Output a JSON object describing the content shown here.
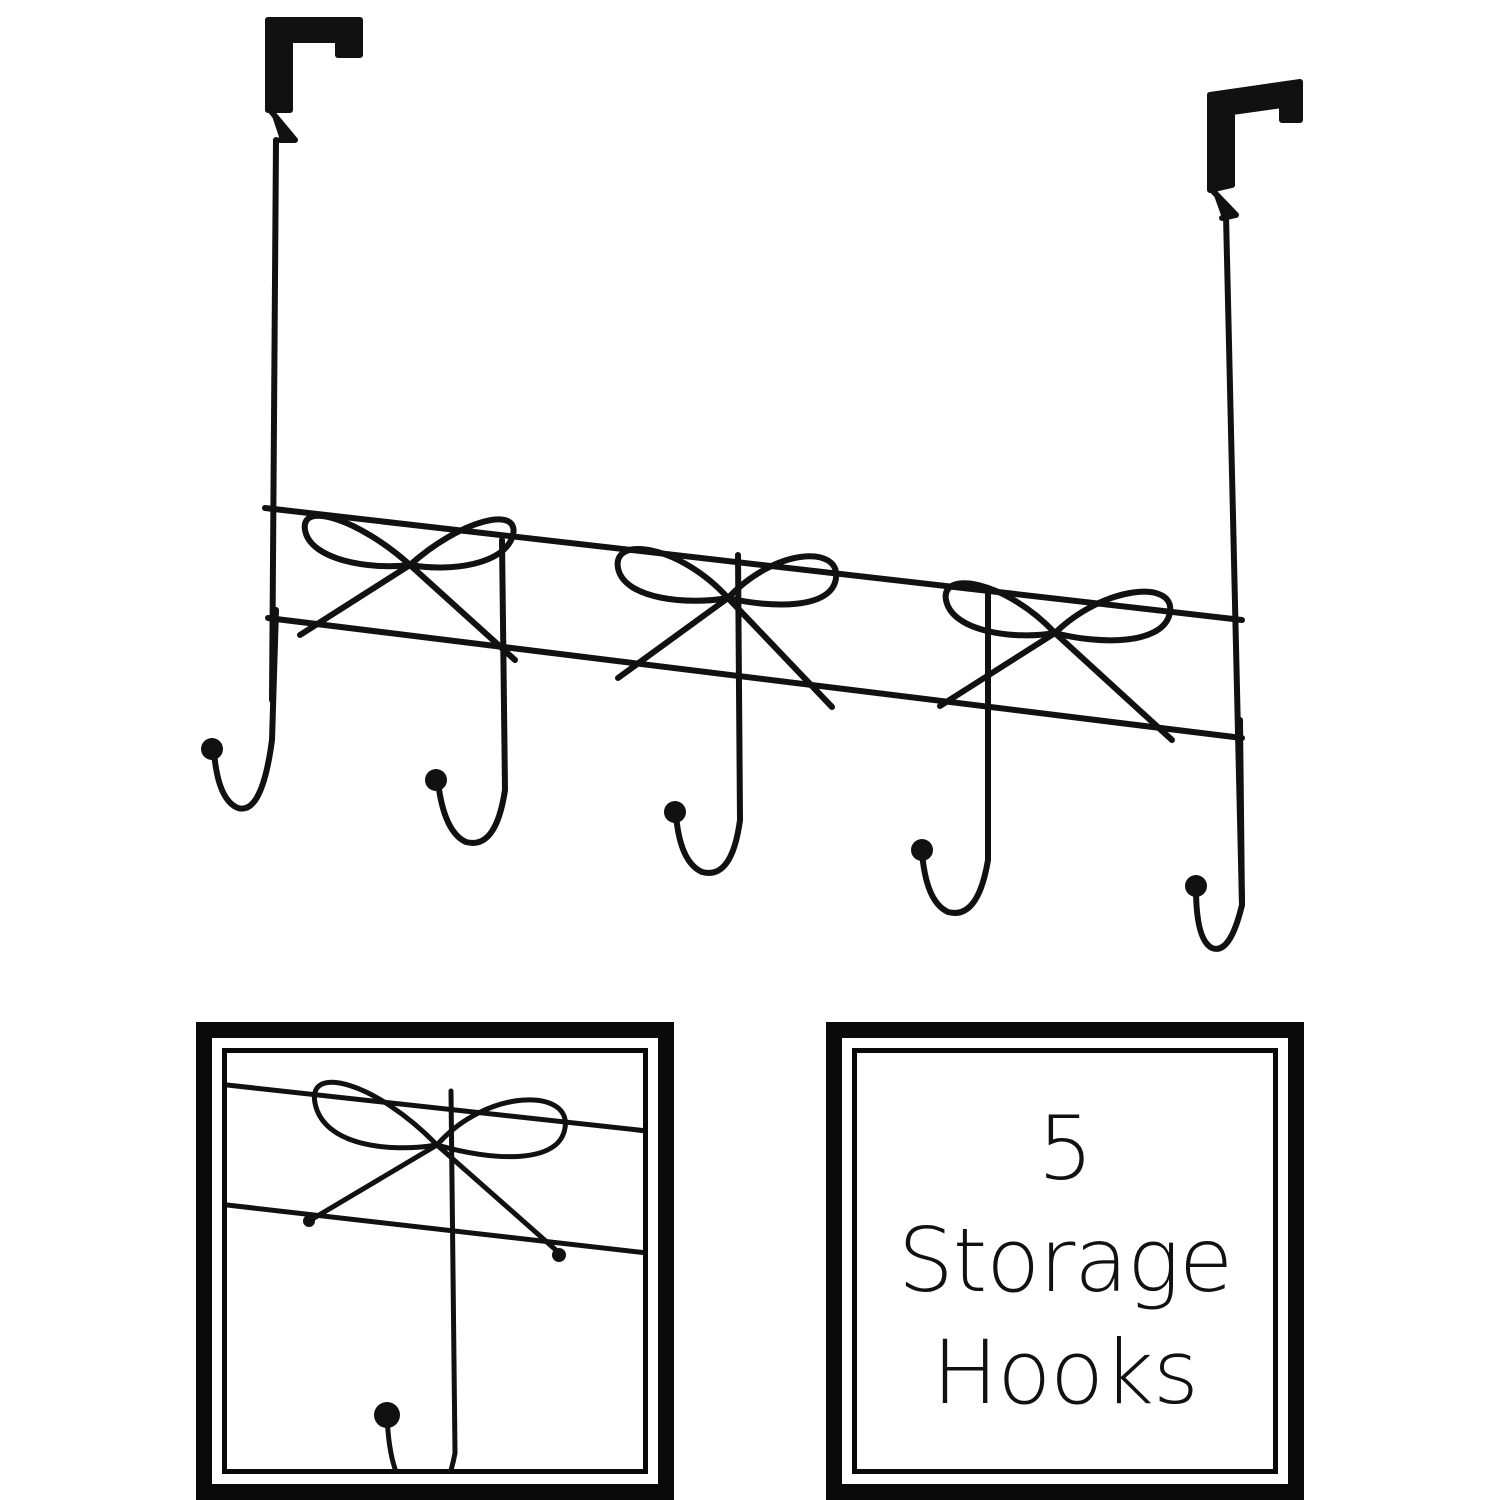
{
  "product": {
    "name": "over-the-door-bow-hook-rack",
    "hook_count": 5,
    "color": "#111111"
  },
  "detail_panel": {
    "border_color": "#0a0a0a"
  },
  "caption": {
    "number": "5",
    "line2": "Storage",
    "line3": "Hooks"
  }
}
